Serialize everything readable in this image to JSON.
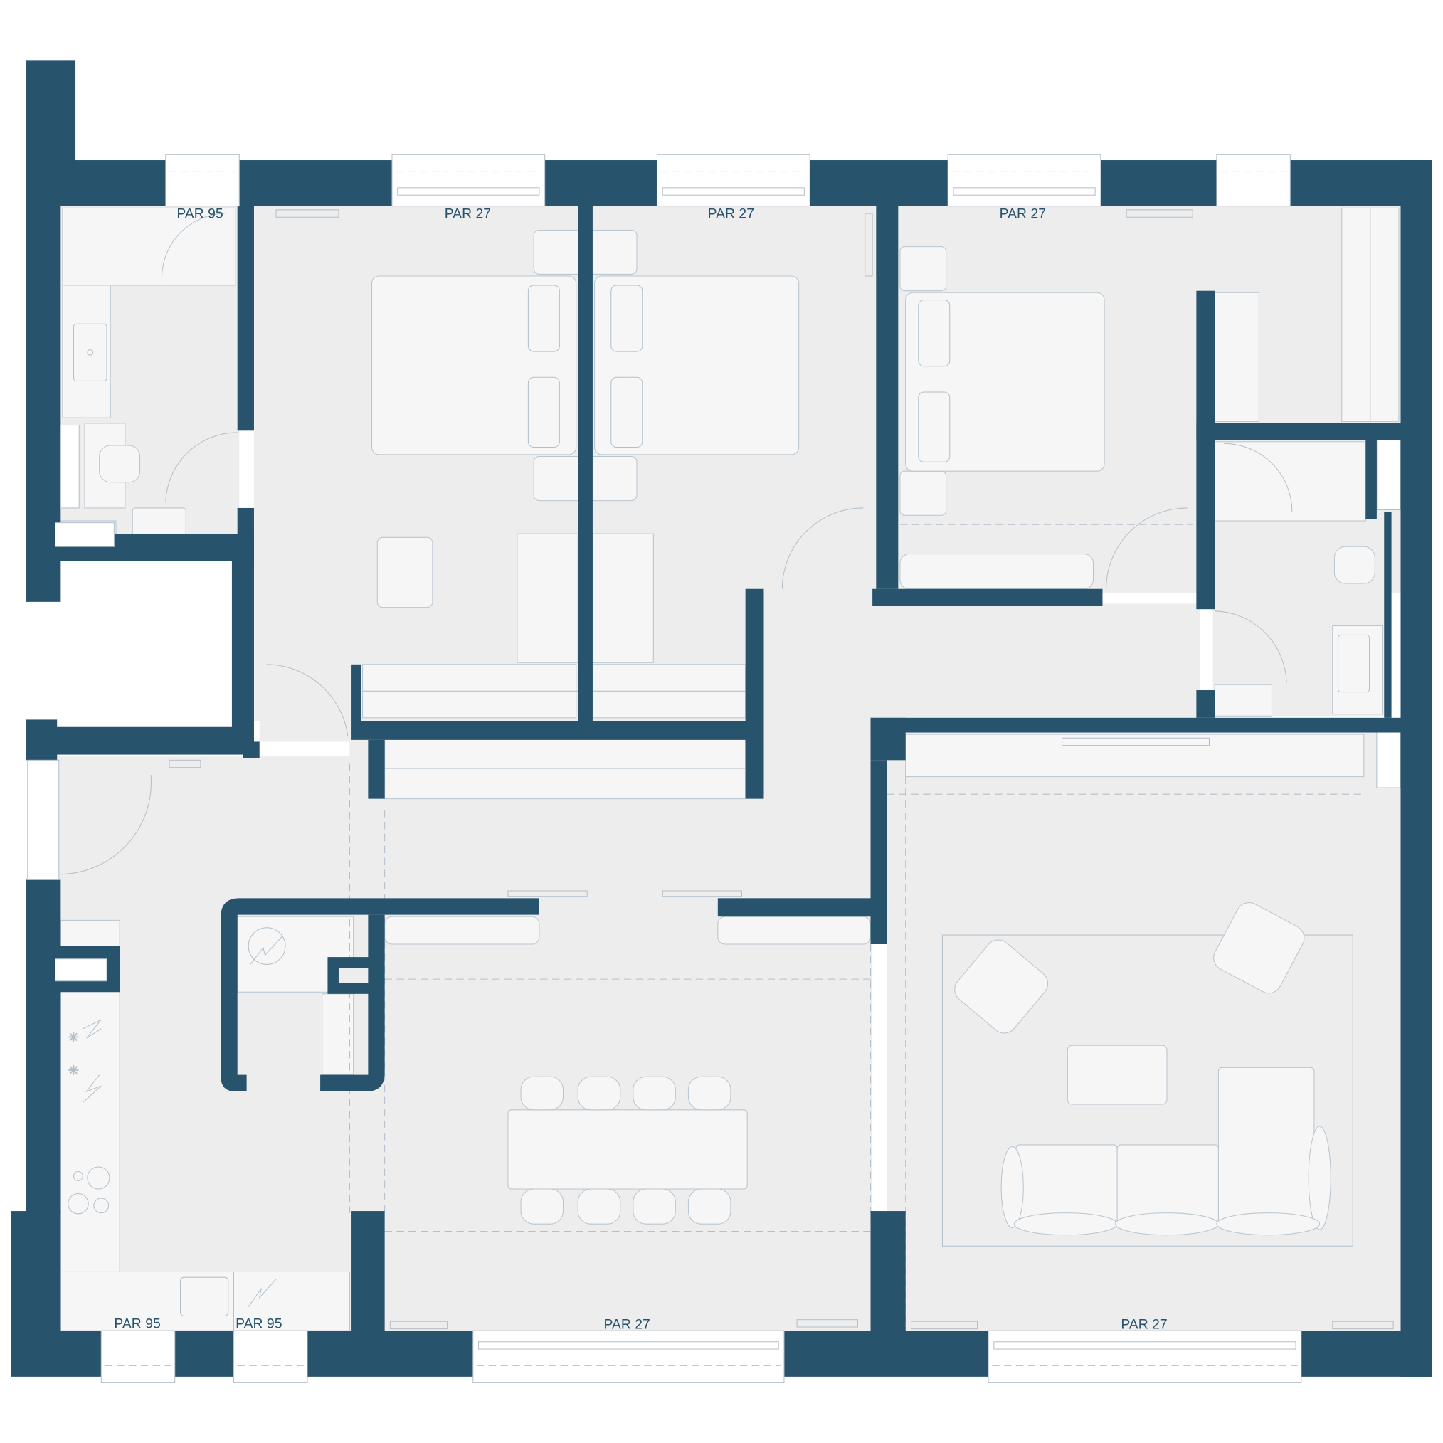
{
  "plan": {
    "title": "Apartment floor plan",
    "wall_color": "#27536c",
    "floor_color": "#ededed",
    "furniture_color": "#f6f6f6",
    "line_color": "#b3c0cb"
  },
  "labels": {
    "top_bath": "PAR 95",
    "bedroom_1": "PAR 27",
    "bedroom_2": "PAR 27",
    "bedroom_3": "PAR 27",
    "kitchen_1": "PAR 95",
    "kitchen_2": "PAR 95",
    "dining": "PAR 27",
    "living": "PAR 27"
  },
  "rooms": [
    {
      "name": "bathroom-1",
      "floor": "PAR 95"
    },
    {
      "name": "bedroom-1",
      "floor": "PAR 27"
    },
    {
      "name": "bedroom-2",
      "floor": "PAR 27"
    },
    {
      "name": "bedroom-3",
      "floor": "PAR 27"
    },
    {
      "name": "bathroom-2"
    },
    {
      "name": "hallway"
    },
    {
      "name": "kitchen",
      "floor": "PAR 95"
    },
    {
      "name": "dining",
      "floor": "PAR 27"
    },
    {
      "name": "living-room",
      "floor": "PAR 27"
    }
  ],
  "furniture": {
    "dining_chairs": 8,
    "sofa_seats": 3,
    "armchairs": 2,
    "double_beds": 2,
    "single_beds": 1
  }
}
